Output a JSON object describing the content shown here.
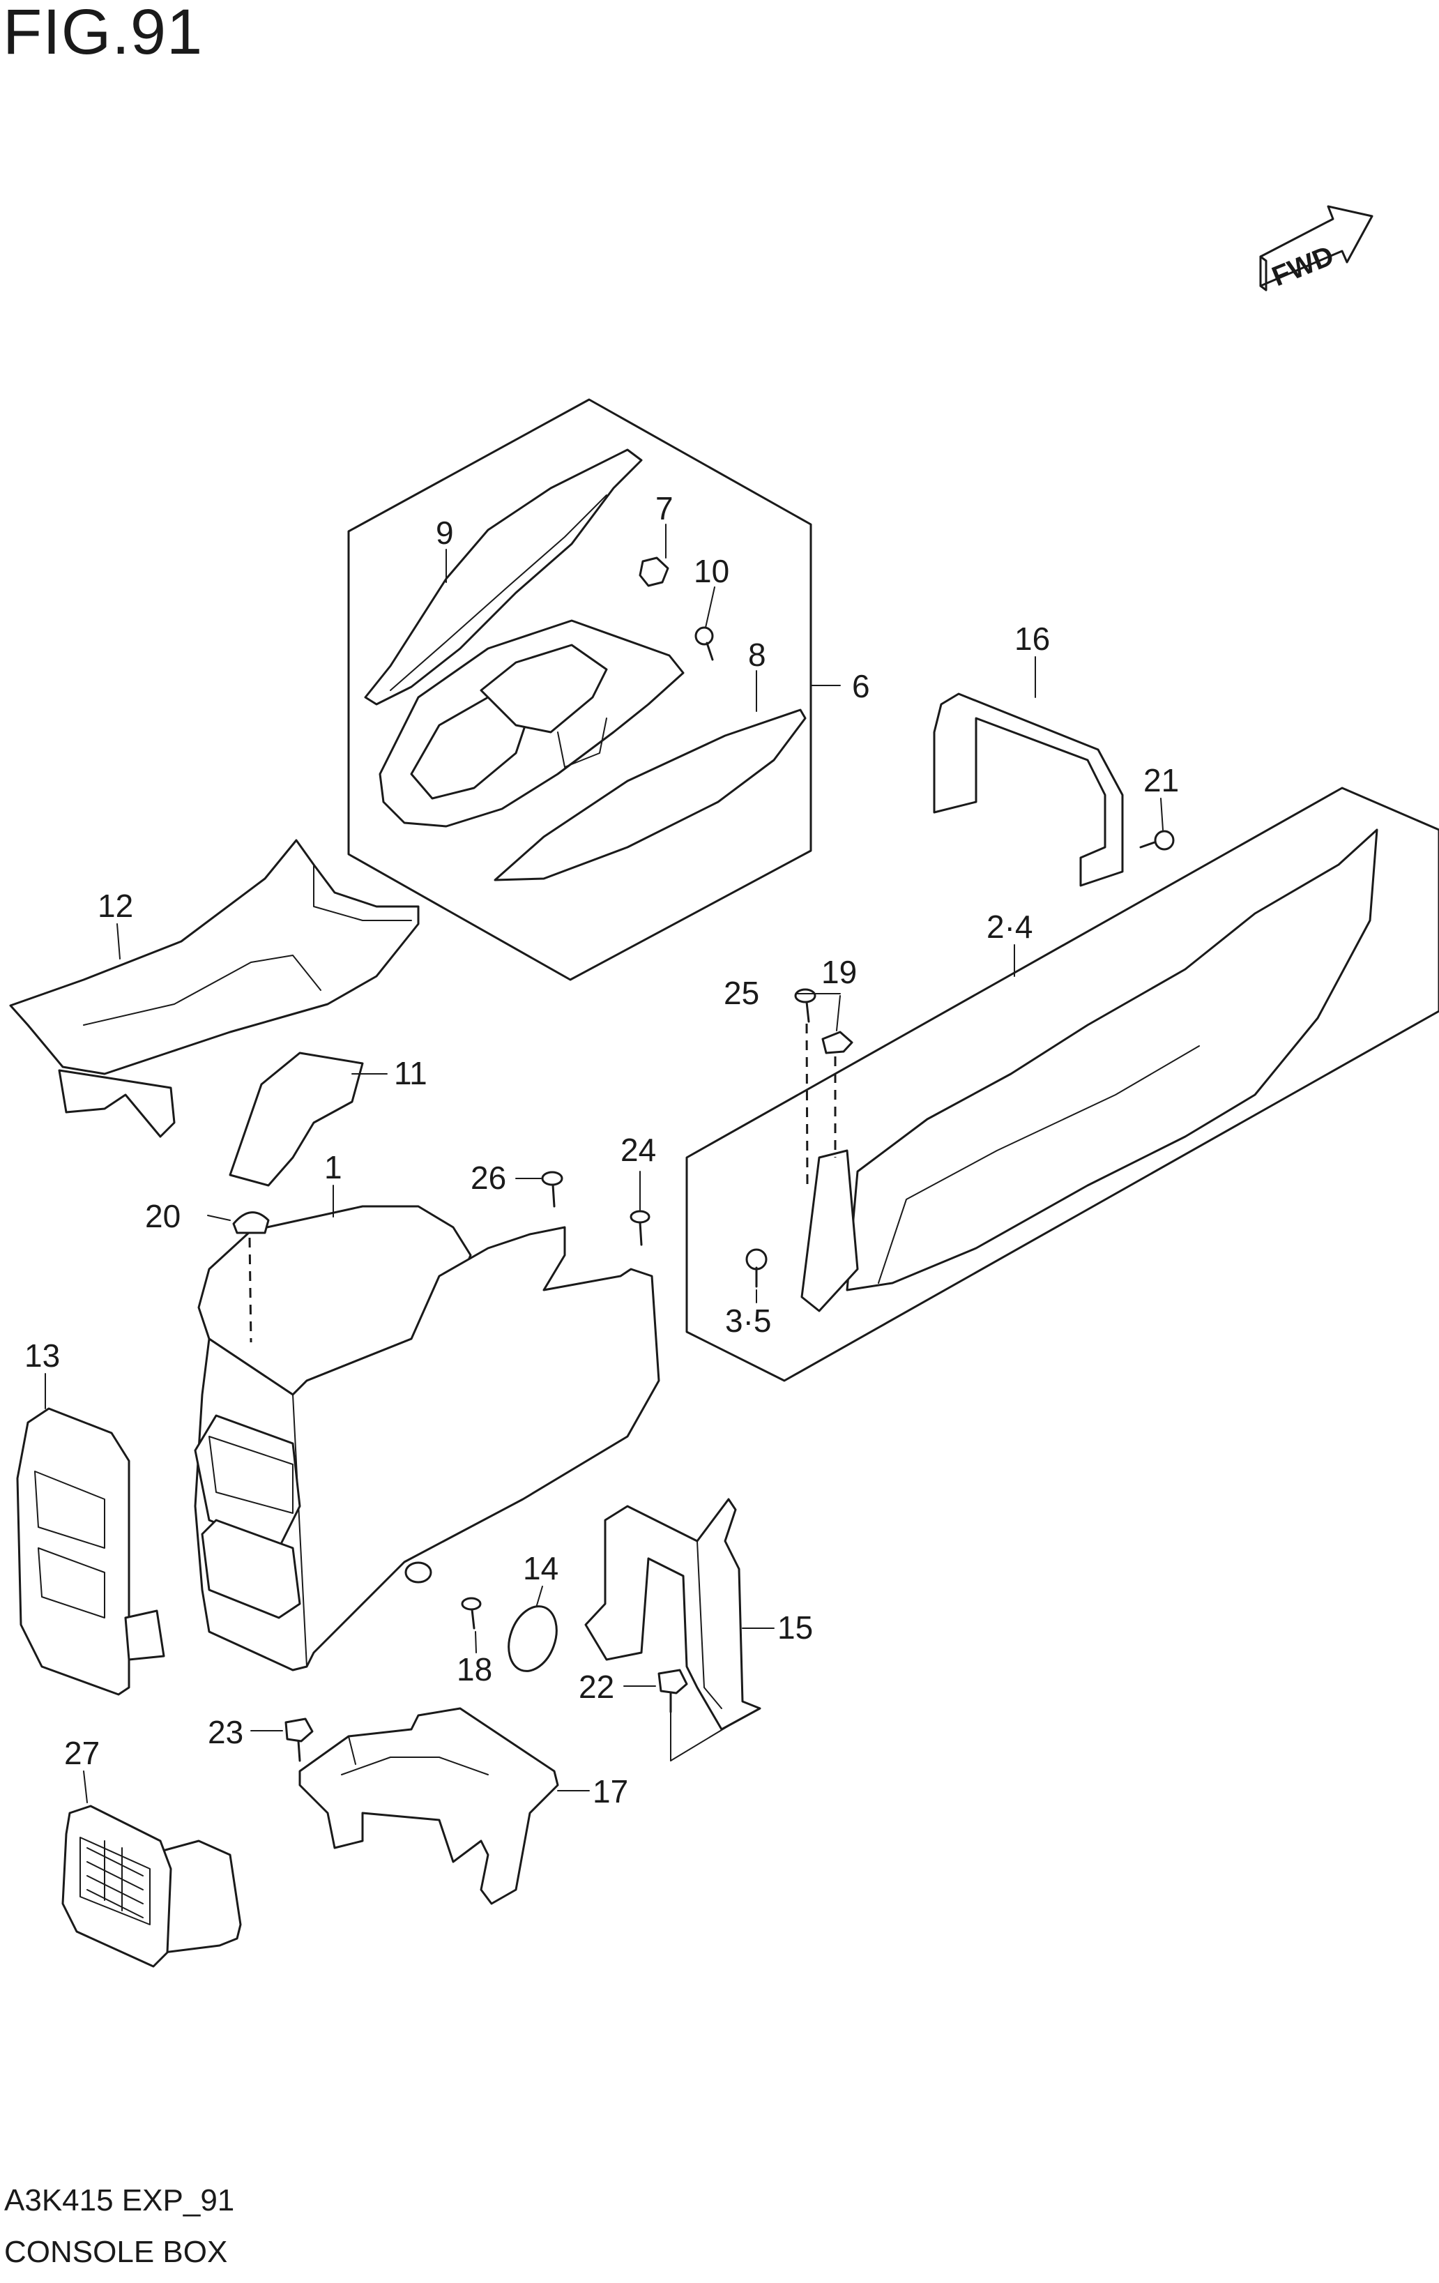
{
  "figure": {
    "title": "FIG.91",
    "code": "A3K415 EXP_91",
    "name": "CONSOLE BOX",
    "fwd_label": "FWD"
  },
  "callouts": {
    "c1": "1",
    "c2_4": "2·4",
    "c3_5": "3·5",
    "c6": "6",
    "c7": "7",
    "c8": "8",
    "c9": "9",
    "c10": "10",
    "c11": "11",
    "c12": "12",
    "c13": "13",
    "c14": "14",
    "c15": "15",
    "c16": "16",
    "c17": "17",
    "c18": "18",
    "c19": "19",
    "c20": "20",
    "c21": "21",
    "c22": "22",
    "c23": "23",
    "c24": "24",
    "c25": "25",
    "c26": "26",
    "c27": "27"
  },
  "colors": {
    "line": "#1a1a1a",
    "background": "#ffffff"
  }
}
